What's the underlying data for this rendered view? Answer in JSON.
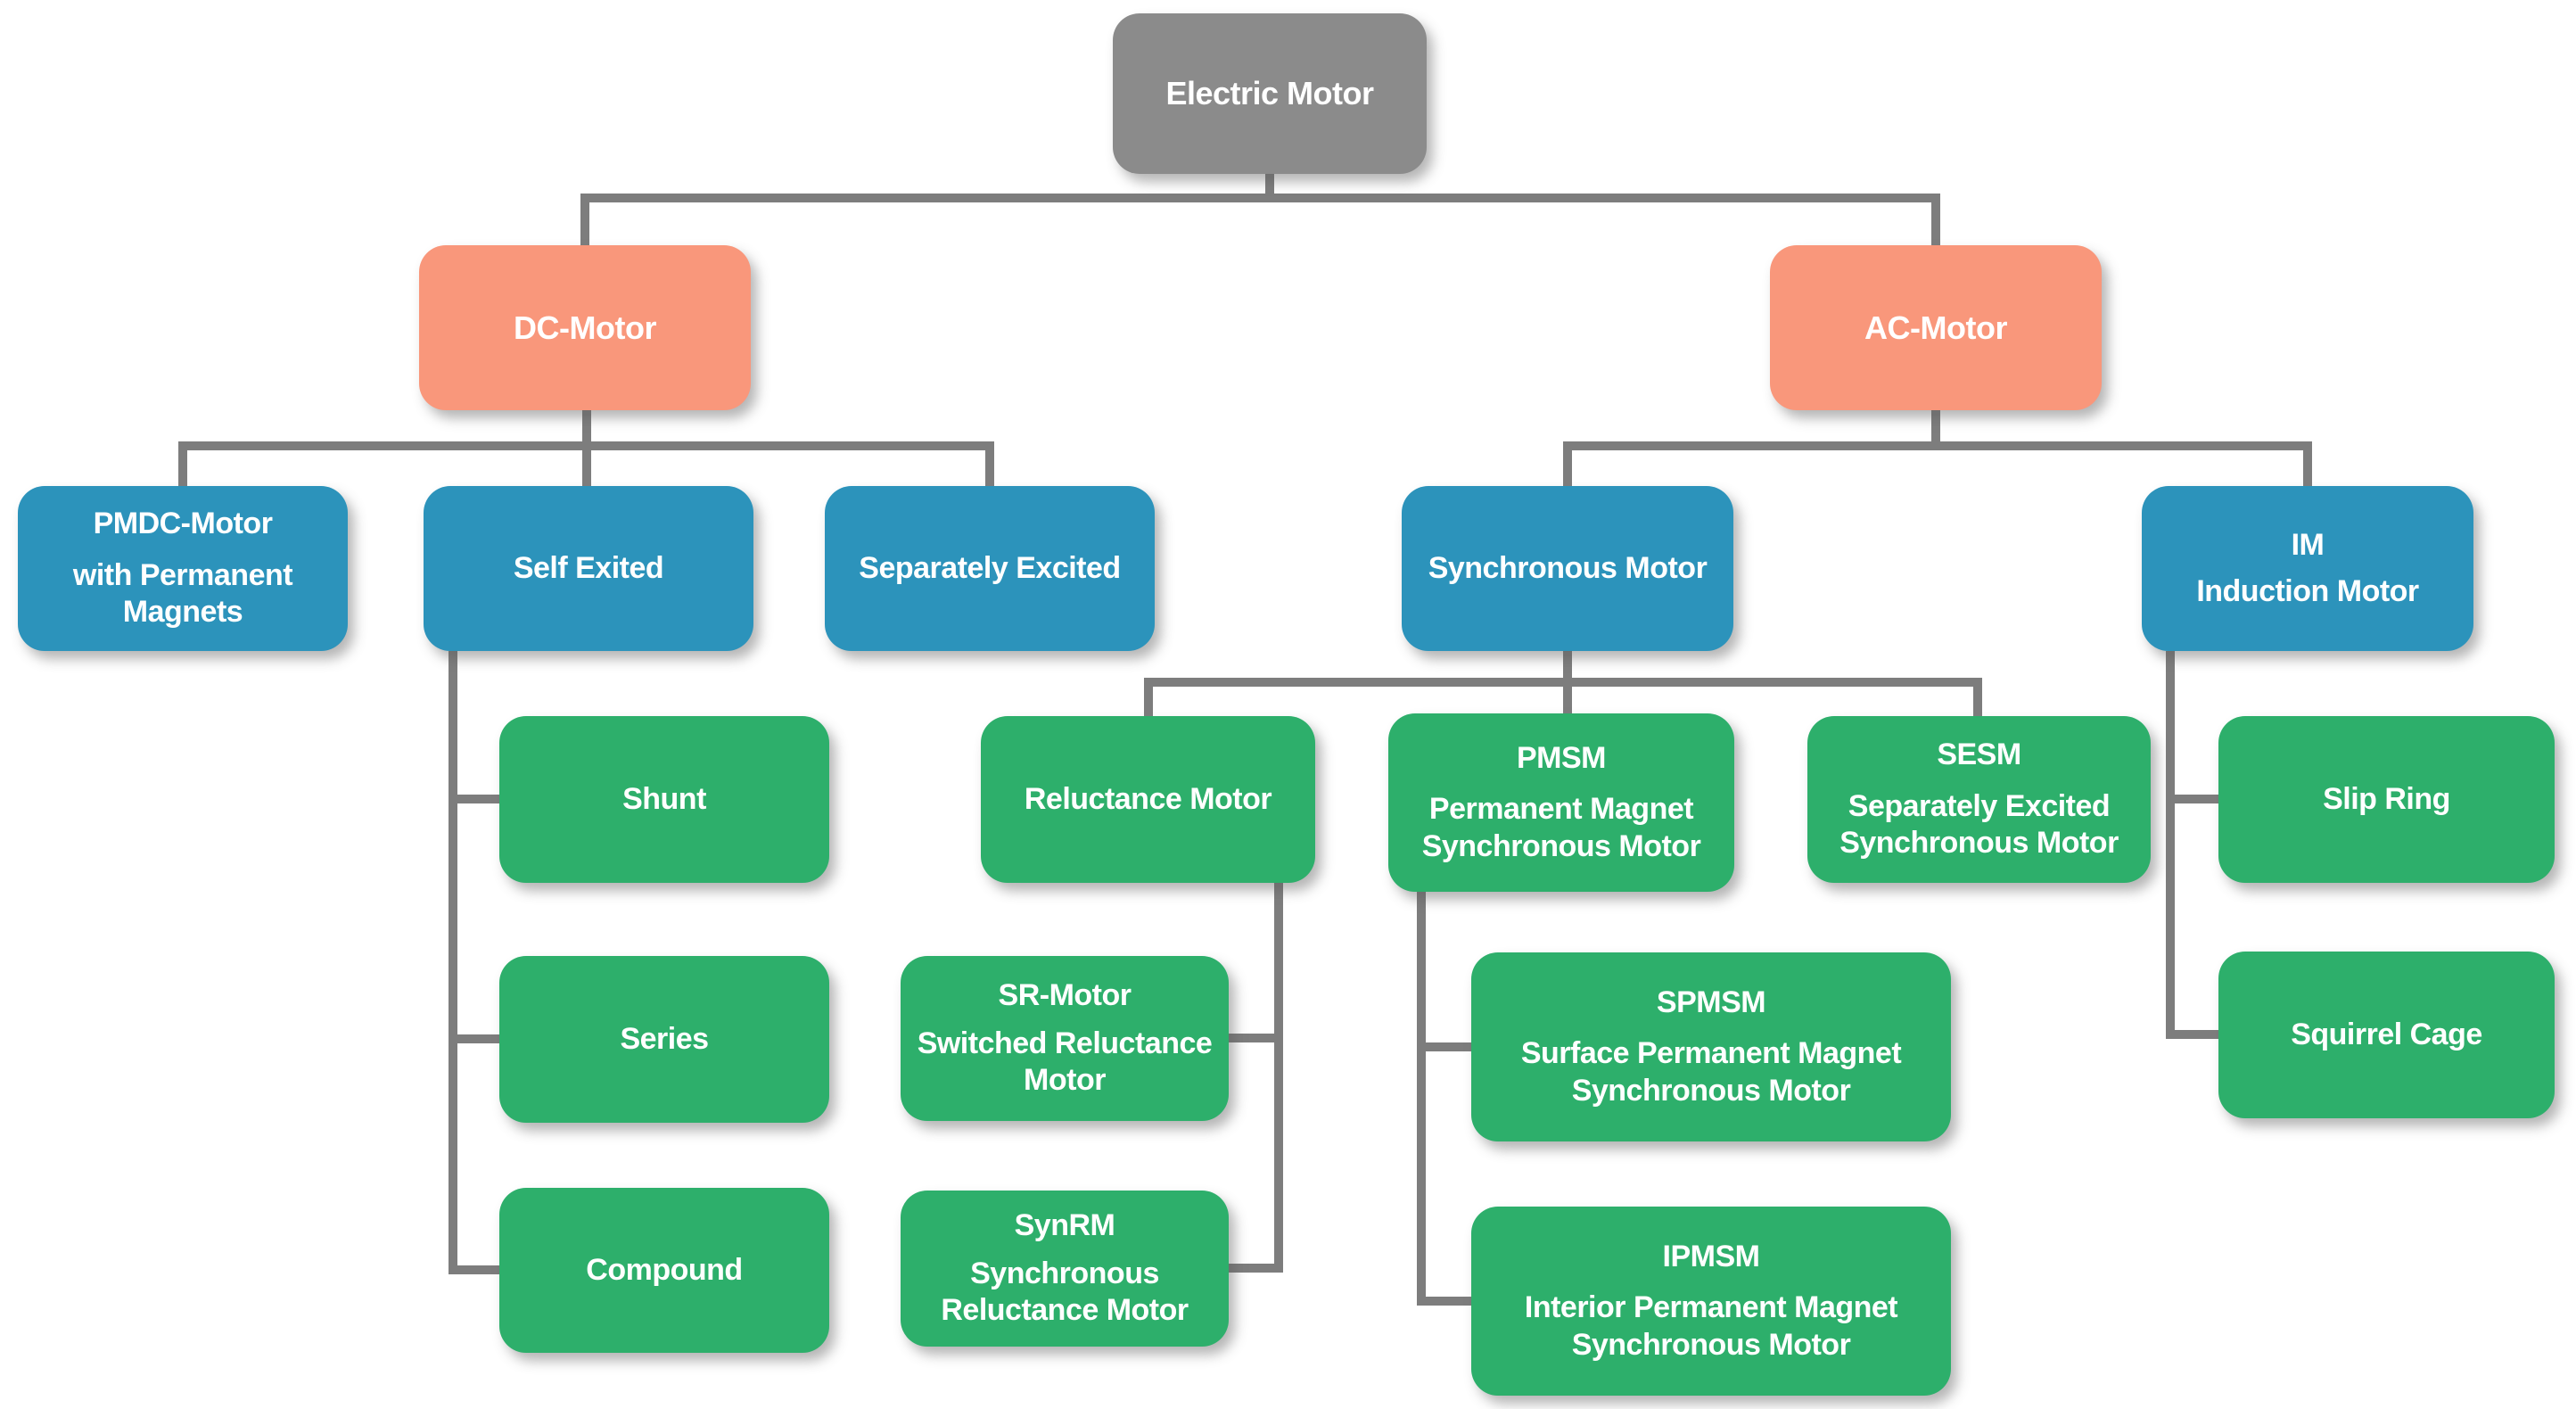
{
  "diagram": {
    "kind": "org-chart-tree",
    "palette": {
      "root_box": "#8B8B8B",
      "level2_box": "#F9977B",
      "level3_box": "#2C93BB",
      "leaf_box": "#2DAF6B",
      "connector": "#7D7D7D",
      "text": "#FFFFFF",
      "background": "#FFFFFF"
    },
    "nodes": {
      "electric_motor": {
        "label": "Electric Motor"
      },
      "dc_motor": {
        "label": "DC-Motor"
      },
      "ac_motor": {
        "label": "AC-Motor"
      },
      "pmdc_motor": {
        "title": "PMDC-Motor",
        "subtitle": "with Permanent Magnets"
      },
      "self_exited": {
        "label": "Self Exited"
      },
      "separately_excited": {
        "label": "Separately Excited"
      },
      "synchronous_motor": {
        "label": "Synchronous Motor"
      },
      "induction_motor": {
        "title": "IM",
        "subtitle": "Induction Motor"
      },
      "shunt": {
        "label": "Shunt"
      },
      "series": {
        "label": "Series"
      },
      "compound": {
        "label": "Compound"
      },
      "reluctance_motor": {
        "label": "Reluctance Motor"
      },
      "pmsm": {
        "title": "PMSM",
        "subtitle": "Permanent Magnet Synchronous Motor"
      },
      "sesm": {
        "title": "SESM",
        "subtitle": "Separately Excited Synchronous Motor"
      },
      "slip_ring": {
        "label": "Slip Ring"
      },
      "squirrel_cage": {
        "label": "Squirrel Cage"
      },
      "sr_motor": {
        "title": "SR-Motor",
        "subtitle": "Switched Reluctance Motor"
      },
      "synrm": {
        "title": "SynRM",
        "subtitle": "Synchronous Reluctance Motor"
      },
      "spmsm": {
        "title": "SPMSM",
        "subtitle": "Surface Permanent Magnet Synchronous Motor"
      },
      "ipmsm": {
        "title": "IPMSM",
        "subtitle": "Interior Permanent Magnet Synchronous Motor"
      }
    },
    "hierarchy": {
      "electric_motor": [
        "dc_motor",
        "ac_motor"
      ],
      "dc_motor": [
        "pmdc_motor",
        "self_exited",
        "separately_excited"
      ],
      "self_exited": [
        "shunt",
        "series",
        "compound"
      ],
      "ac_motor": [
        "synchronous_motor",
        "induction_motor"
      ],
      "synchronous_motor": [
        "reluctance_motor",
        "pmsm",
        "sesm"
      ],
      "reluctance_motor": [
        "sr_motor",
        "synrm"
      ],
      "pmsm": [
        "spmsm",
        "ipmsm"
      ],
      "induction_motor": [
        "slip_ring",
        "squirrel_cage"
      ]
    }
  }
}
